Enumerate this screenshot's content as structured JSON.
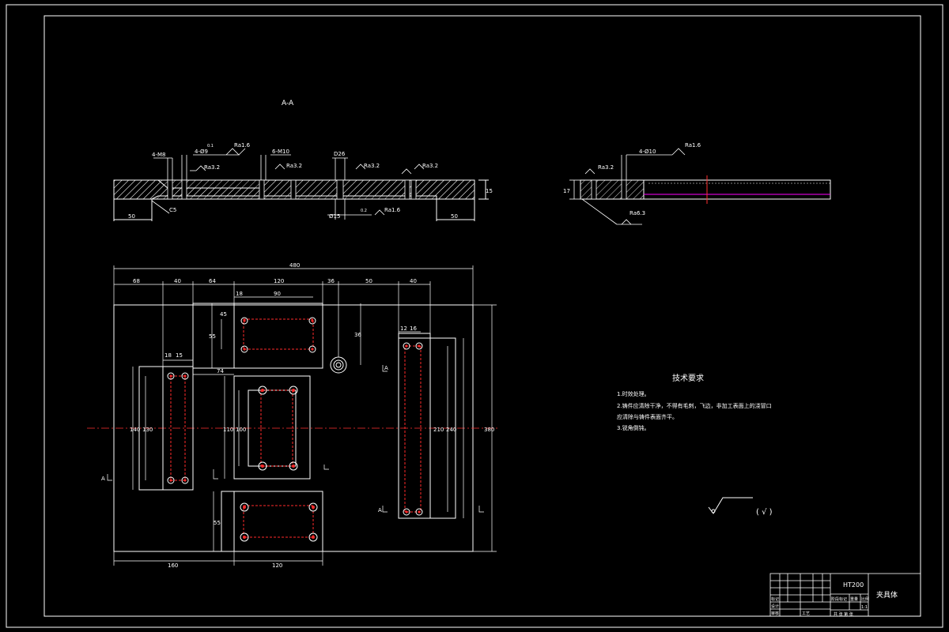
{
  "section_label": "A-A",
  "section_callouts": {
    "holes_4_m8": "4-M8",
    "holes_4_phi9": "4-Ø9",
    "holes_6_m10": "6-M10",
    "bore_d26": "D26",
    "bore_phi15": "Ø15",
    "chamfer_c5": "C5",
    "ra16_a": "Ra1.6",
    "ra32_a": "Ra3.2",
    "ra32_b": "Ra3.2",
    "ra32_c": "Ra3.2",
    "ra32_d": "Ra3.2",
    "ra16_b": "Ra1.6",
    "tol_01": "0.1",
    "tol_02": "0.2",
    "dim_left_step": "50",
    "dim_right_step": "50",
    "dim_thickness": "15"
  },
  "side_view_callouts": {
    "holes": "4-Ø10",
    "ra16": "Ra1.6",
    "ra32": "Ra3.2",
    "ra63": "Ra6.3",
    "thickness": "17"
  },
  "plan_dims": {
    "overall_width": "480",
    "overall_height": "380",
    "top_chain": [
      "68",
      "40",
      "64",
      "120",
      "36",
      "50",
      "40"
    ],
    "sub_18_90_a": "18",
    "sub_90": "90",
    "sub_12": "12",
    "sub_16": "16",
    "sub_18_b": "18",
    "sub_15": "15",
    "h_36": "36",
    "h_45": "45",
    "h_55": "55",
    "h_74": "74",
    "h_130": "130",
    "h_140": "140",
    "h_110": "110",
    "h_100": "100",
    "h_210": "210",
    "h_240": "240",
    "h_55b": "55",
    "bottom_160": "160",
    "bottom_120": "120",
    "sec_a": "A"
  },
  "technical_requirements": {
    "title": "技术要求",
    "items": [
      "1.时效处理。",
      "2.铸件应清除干净，不得有毛刺，飞边，非加工表面上的浇冒口",
      "应清除与铸件表面齐平。",
      "3.锐角倒钝。"
    ]
  },
  "roughness_symbol": "( √ )",
  "title_block": {
    "material": "HT200",
    "part_name": "夹具体",
    "row_labels": [
      "标记",
      "设计",
      "审核",
      "工艺"
    ],
    "header_cells": [
      "阶段标记",
      "重量",
      "比例"
    ],
    "scale": "1:1",
    "sheet": "共  张  第  张"
  },
  "colors": {
    "line": "#ffffff",
    "hole": "#ff2a2a",
    "center": "#ff3030",
    "magenta": "#ff00ff"
  }
}
